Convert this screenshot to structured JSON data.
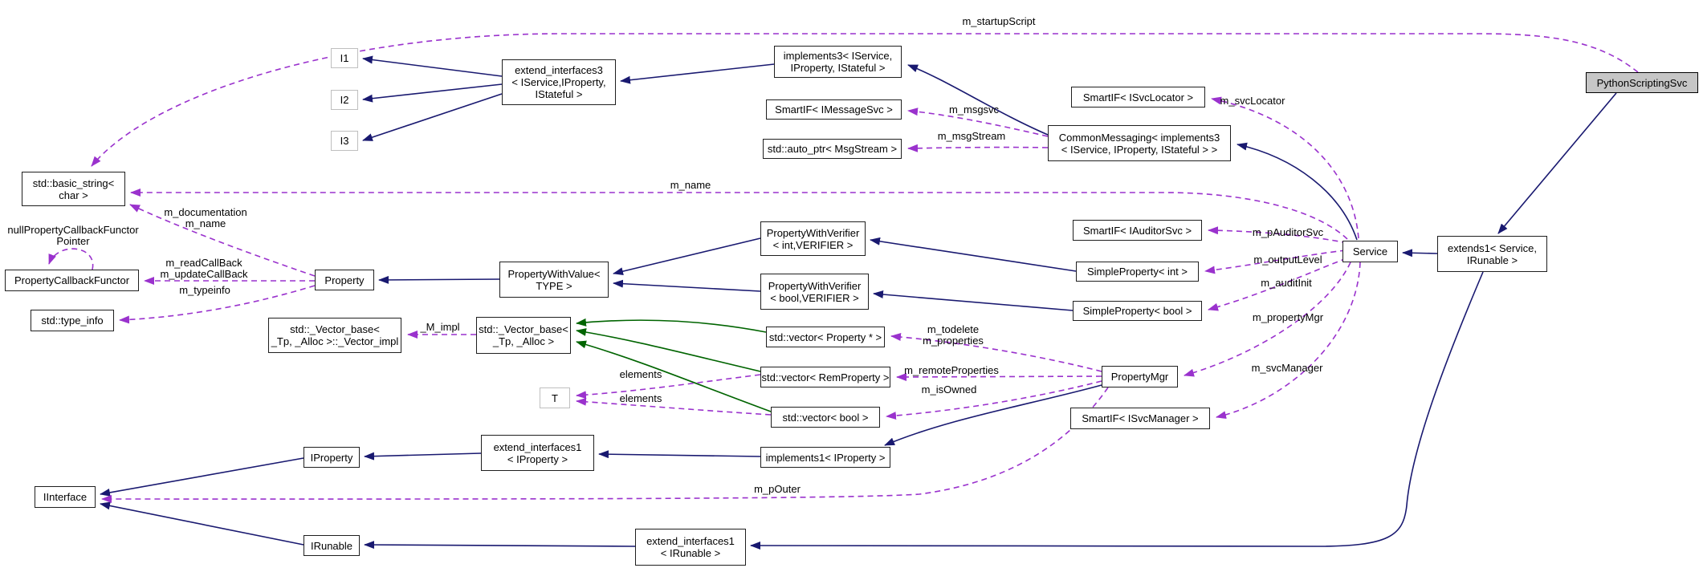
{
  "colors": {
    "inheritance_edge": "#191970",
    "protected_inheritance_edge": "#006400",
    "usage_edge": "#9a32cd",
    "node_fill": "#ffffff",
    "node_border": "#1f1f1f",
    "root_node_fill": "#c6c6c6",
    "template_node_border": "#bfbfbf",
    "background": "#ffffff"
  },
  "nodes": {
    "i1": {
      "label": "I1"
    },
    "i2": {
      "label": "I2"
    },
    "i3": {
      "label": "I3"
    },
    "extend_interfaces3": {
      "label": "extend_interfaces3\n< IService,IProperty,\nIStateful >"
    },
    "implements3": {
      "label": "implements3< IService,\nIProperty, IStateful >"
    },
    "smartif_imessagesvc": {
      "label": "SmartIF< IMessageSvc >"
    },
    "auto_ptr_msgstream": {
      "label": "std::auto_ptr< MsgStream >"
    },
    "smartif_isvclocator": {
      "label": "SmartIF< ISvcLocator >"
    },
    "commonmessaging": {
      "label": "CommonMessaging< implements3\n< IService, IProperty, IStateful > >"
    },
    "pythonscriptingsvc": {
      "label": "PythonScriptingSvc"
    },
    "basic_string": {
      "label": "std::basic_string<\nchar >"
    },
    "propertycallbackfunctor": {
      "label": "PropertyCallbackFunctor"
    },
    "type_info": {
      "label": "std::type_info"
    },
    "property": {
      "label": "Property"
    },
    "propertywithvalue": {
      "label": "PropertyWithValue<\nTYPE >"
    },
    "propertywithverifier_int": {
      "label": "PropertyWithVerifier\n< int,VERIFIER >"
    },
    "propertywithverifier_bool": {
      "label": "PropertyWithVerifier\n< bool,VERIFIER >"
    },
    "smartif_iauditorsvc": {
      "label": "SmartIF< IAuditorSvc >"
    },
    "simpleproperty_int": {
      "label": "SimpleProperty< int >"
    },
    "simpleproperty_bool": {
      "label": "SimpleProperty< bool >"
    },
    "service": {
      "label": "Service"
    },
    "extends1": {
      "label": "extends1< Service,\nIRunable >"
    },
    "vector_base_impl": {
      "label": "std::_Vector_base<\n_Tp, _Alloc >::_Vector_impl"
    },
    "vector_base": {
      "label": "std::_Vector_base<\n_Tp, _Alloc >"
    },
    "t": {
      "label": "T"
    },
    "vector_property_ptr": {
      "label": "std::vector< Property * >"
    },
    "vector_remproperty": {
      "label": "std::vector< RemProperty >"
    },
    "vector_bool": {
      "label": "std::vector< bool >"
    },
    "propertymgr": {
      "label": "PropertyMgr"
    },
    "smartif_isvcmanager": {
      "label": "SmartIF< ISvcManager >"
    },
    "iproperty": {
      "label": "IProperty"
    },
    "extend_interfaces1_iproperty": {
      "label": "extend_interfaces1\n< IProperty >"
    },
    "implements1_iproperty": {
      "label": "implements1< IProperty >"
    },
    "iinterface": {
      "label": "IInterface"
    },
    "irunable": {
      "label": "IRunable"
    },
    "extend_interfaces1_irunable": {
      "label": "extend_interfaces1\n< IRunable >"
    }
  },
  "edge_labels": {
    "startup_script": {
      "text": "m_startupScript"
    },
    "name_long": {
      "text": "m_name"
    },
    "documentation_name": {
      "text": "m_documentation\nm_name"
    },
    "null_functor_pointer": {
      "text": "nullPropertyCallbackFunctor\nPointer"
    },
    "read_update_callback": {
      "text": "m_readCallBack\nm_updateCallBack"
    },
    "typeinfo": {
      "text": "m_typeinfo"
    },
    "msgsvc": {
      "text": "m_msgsvc"
    },
    "msgstream": {
      "text": "m_msgStream"
    },
    "svclocator": {
      "text": "m_svcLocator"
    },
    "pauditorsvc": {
      "text": "m_pAuditorSvc"
    },
    "outputlevel": {
      "text": "m_outputLevel"
    },
    "auditinit": {
      "text": "m_auditInit"
    },
    "propertymgr": {
      "text": "m_propertyMgr"
    },
    "svcmanager": {
      "text": "m_svcManager"
    },
    "todelete_properties": {
      "text": "m_todelete\nm_properties"
    },
    "remoteproperties": {
      "text": "m_remoteProperties"
    },
    "isowned": {
      "text": "m_isOwned"
    },
    "elements_a": {
      "text": "elements"
    },
    "elements_b": {
      "text": "elements"
    },
    "m_impl": {
      "text": "_M_impl"
    },
    "pouter": {
      "text": "m_pOuter"
    }
  }
}
